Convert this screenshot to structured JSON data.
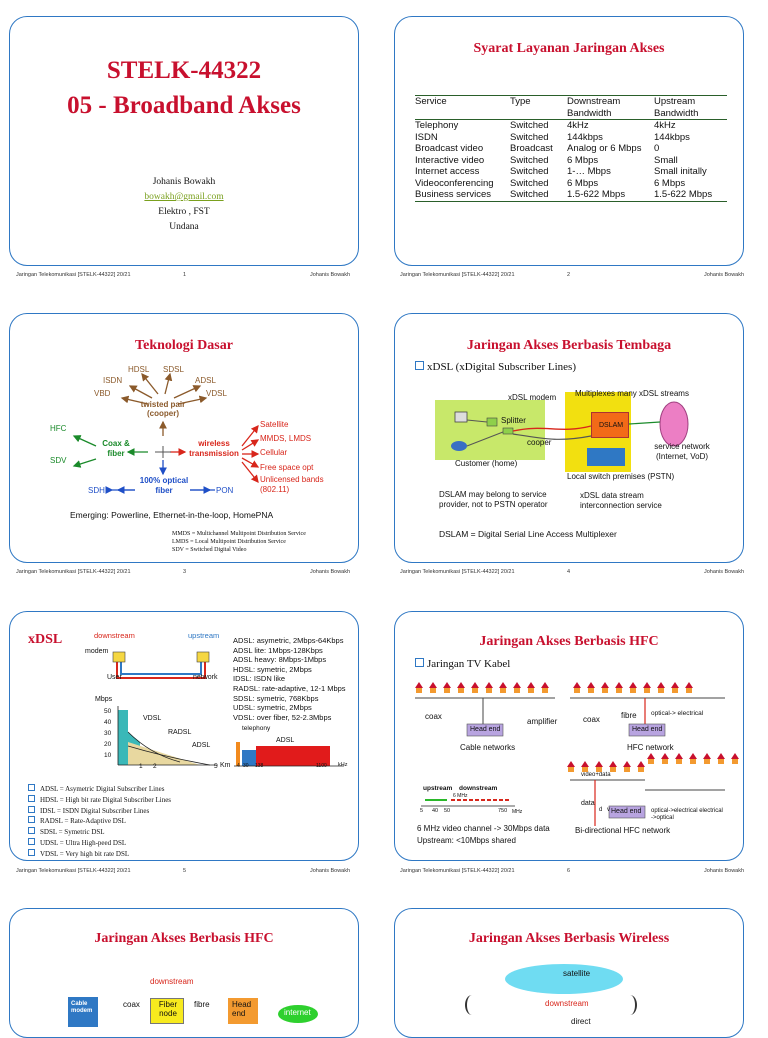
{
  "footer": {
    "course": "Jaringan Telekomunikasi [STELK-44322] 20/21",
    "author": "Johanis Bowakh"
  },
  "slide1": {
    "title_line1": "STELK-44322",
    "title_line2": "05 - Broadband Akses",
    "author": "Johanis Bowakh",
    "email": "bowakh@gmail.com",
    "dept": "Elektro , FST",
    "univ": "Undana",
    "page": "1"
  },
  "slide2": {
    "title": "Syarat Layanan Jaringan Akses",
    "headers": [
      "Service",
      "Type",
      "Downstream Bandwidth",
      "Upstream Bandwidth"
    ],
    "rows": [
      [
        "Telephony",
        "Switched",
        "4kHz",
        "4kHz"
      ],
      [
        "ISDN",
        "Switched",
        "144kbps",
        "144kbps"
      ],
      [
        "Broadcast video",
        "Broadcast",
        "Analog or 6 Mbps",
        "0"
      ],
      [
        "Interactive video",
        "Switched",
        "6 Mbps",
        "Small"
      ],
      [
        "Internet access",
        "Switched",
        "1-… Mbps",
        "Small initally"
      ],
      [
        "Videoconferencing",
        "Switched",
        "6 Mbps",
        "6 Mbps"
      ],
      [
        "Business services",
        "Switched",
        "1.5-622 Mbps",
        "1.5-622 Mbps"
      ]
    ],
    "page": "2"
  },
  "slide3": {
    "title": "Teknologi Dasar",
    "tp_labels": [
      "HDSL",
      "SDSL",
      "ISDN",
      "ADSL",
      "VBD",
      "VDSL"
    ],
    "twisted_pair": "twisted pair (cooper)",
    "coax_fiber": "Coax & fiber",
    "hfc": "HFC",
    "sdv": "SDV",
    "wireless": "wireless transmission",
    "wireless_items": [
      "Satellite",
      "MMDS, LMDS",
      "Cellular",
      "Free space opt",
      "Unlicensed bands (802.11)"
    ],
    "optical": "100% optical fiber",
    "sdh": "SDH",
    "pon": "PON",
    "emerging": "Emerging: Powerline, Ethernet-in-the-loop, HomePNA",
    "abbr": [
      "MMDS = Multichannel Multipoint Distribution Service",
      "LMDS = Local Multipoint Distribution Service",
      "SDV = Switched Digital Video"
    ],
    "page": "3"
  },
  "slide4": {
    "title": "Jaringan Akses Berbasis Tembaga",
    "bullet": "xDSL (xDigital Subscriber Lines)",
    "dsl_modem": "xDSL modem",
    "multiplexes": "Multiplexes many xDSL streams",
    "splitter": "Splitter",
    "dslam": "DSLAM",
    "cooper": "cooper",
    "service_network": "service network (Internet, VoD)",
    "customer": "Customer (home)",
    "local_switch": "Local switch premises (PSTN)",
    "note": "DSLAM may belong to service provider, not to PSTN operator",
    "legend": [
      "xDSL data stream",
      "interconnection service"
    ],
    "dslam_def": "DSLAM = Digital Serial Line Access Multiplexer",
    "page": "4"
  },
  "slide5": {
    "title": "xDSL",
    "downstream": "downstream",
    "upstream": "upstream",
    "modem": "modem",
    "user": "User",
    "network": "network",
    "specs": [
      "ADSL: asymetric, 2Mbps-64Kbps",
      "ADSL lite: 1Mbps-128Kbps",
      "ADSL heavy: 8Mbps-1Mbps",
      "HDSL: symetric, 2Mbps",
      "IDSL: ISDN like",
      "RADSL: rate-adaptive, 12-1 Mbps",
      "SDSL: symetric, 768Kbps",
      "UDSL: symetric, 2Mbps",
      "VDSL: over fiber, 52-2.3Mbps"
    ],
    "chart_ylabel": "Mbps",
    "chart_yticks": [
      "50",
      "40",
      "30",
      "20",
      "10"
    ],
    "chart_xticks": [
      "1",
      "2",
      "5"
    ],
    "chart_xunit": "Km",
    "curves": [
      "VDSL",
      "RADSL",
      "ADSL"
    ],
    "spectrum": {
      "telephony": "telephony",
      "adsl": "ADSL",
      "ticks": [
        "4",
        "30",
        "138",
        "1100"
      ],
      "unit": "kHz"
    },
    "bullets": [
      "ADSL = Asymetric Digital Subscriber Lines",
      "HDSL = High bit rate Digital Subscriber Lines",
      "IDSL = ISDN Digital Subscriber Lines",
      "RADSL = Rate-Adaptive DSL",
      "SDSL = Symetric DSL",
      "UDSL = Ultra High-peed DSL",
      "VDSL = Very high bit rate DSL"
    ],
    "page": "5"
  },
  "slide6": {
    "title": "Jaringan Akses Berbasis HFC",
    "bullet": "Jaringan TV Kabel",
    "coax": "coax",
    "head_end": "Head end",
    "amplifier": "amplifier",
    "cable_networks": "Cable networks",
    "fibre": "fibre",
    "opt_elec": "optical-> electrical",
    "hfc_network": "HFC network",
    "upstream": "upstream",
    "downstream": "downstream",
    "mhz6": "6 MHz",
    "freq_ticks": [
      "5",
      "40",
      "50",
      "750"
    ],
    "mhz": "MHz",
    "video_data": "video+data",
    "data": "data",
    "d": "d",
    "v": "v",
    "oe2": "optical->electrical electrical ->optical",
    "note1": "6 MHz video channel -> 30Mbps data",
    "note2": "Upstream: <10Mbps shared",
    "bidir": "Bi-directional HFC network",
    "page": "6"
  },
  "slide7": {
    "title": "Jaringan Akses Berbasis HFC",
    "downstream": "downstream",
    "cable_modem": "Cable modem",
    "coax": "coax",
    "fiber_node": "Fiber node",
    "fibre": "fibre",
    "head_end": "Head end",
    "internet": "internet"
  },
  "slide8": {
    "title": "Jaringan Akses Berbasis Wireless",
    "satellite": "satellite",
    "downstream": "downstream",
    "direct": "direct"
  }
}
